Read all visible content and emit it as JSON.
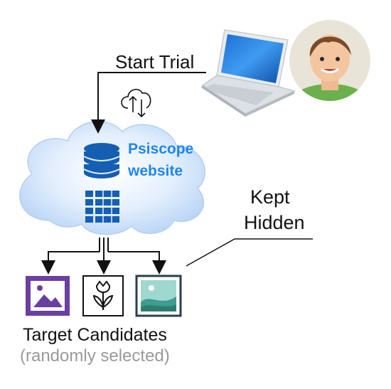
{
  "diagram": {
    "start_label": "Start Trial",
    "site_name_line1": "Psiscope",
    "site_name_line2": "website",
    "hidden_line1": "Kept",
    "hidden_line2": "Hidden",
    "candidates_label": "Target Candidates",
    "candidates_note": "(randomly selected)"
  },
  "colors": {
    "site_blue": "#1f86f0",
    "cloud_fill": "#cfe3fb",
    "db_blue": "#155fb3",
    "purple_frame": "#6b3fa0",
    "teal_picture": "#5fb8a8",
    "skin": "#f3c6a0",
    "shirt_green": "#6ab04c"
  },
  "icons": [
    "laptop-icon",
    "person-avatar-icon",
    "cloud-sync-icon",
    "database-icon",
    "table-grid-icon",
    "image-purple-icon",
    "tulip-icon",
    "landscape-picture-icon"
  ]
}
